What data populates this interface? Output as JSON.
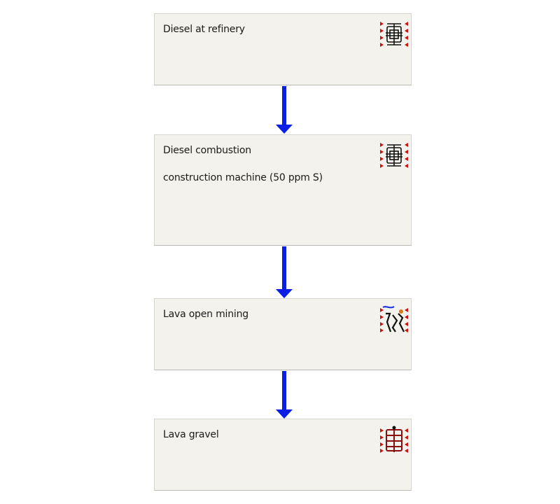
{
  "colors": {
    "node_fill": "#f3f2ec",
    "node_border": "#d6d5cf",
    "arrow": "#0b1ee6",
    "icon_marker": "#cc1111"
  },
  "nodes": [
    {
      "id": "diesel-at-refinery",
      "lines": [
        "Diesel at refinery"
      ],
      "icon": "unit-process-icon"
    },
    {
      "id": "diesel-combustion",
      "lines": [
        "Diesel combustion",
        "construction machine  (50 ppm S)"
      ],
      "icon": "unit-process-icon"
    },
    {
      "id": "lava-open-mining",
      "lines": [
        "Lava open mining"
      ],
      "icon": "mining-process-icon"
    },
    {
      "id": "lava-gravel",
      "lines": [
        "Lava gravel"
      ],
      "icon": "product-process-icon"
    }
  ],
  "edges": [
    {
      "from": "diesel-at-refinery",
      "to": "diesel-combustion"
    },
    {
      "from": "diesel-combustion",
      "to": "lava-open-mining"
    },
    {
      "from": "lava-open-mining",
      "to": "lava-gravel"
    }
  ]
}
